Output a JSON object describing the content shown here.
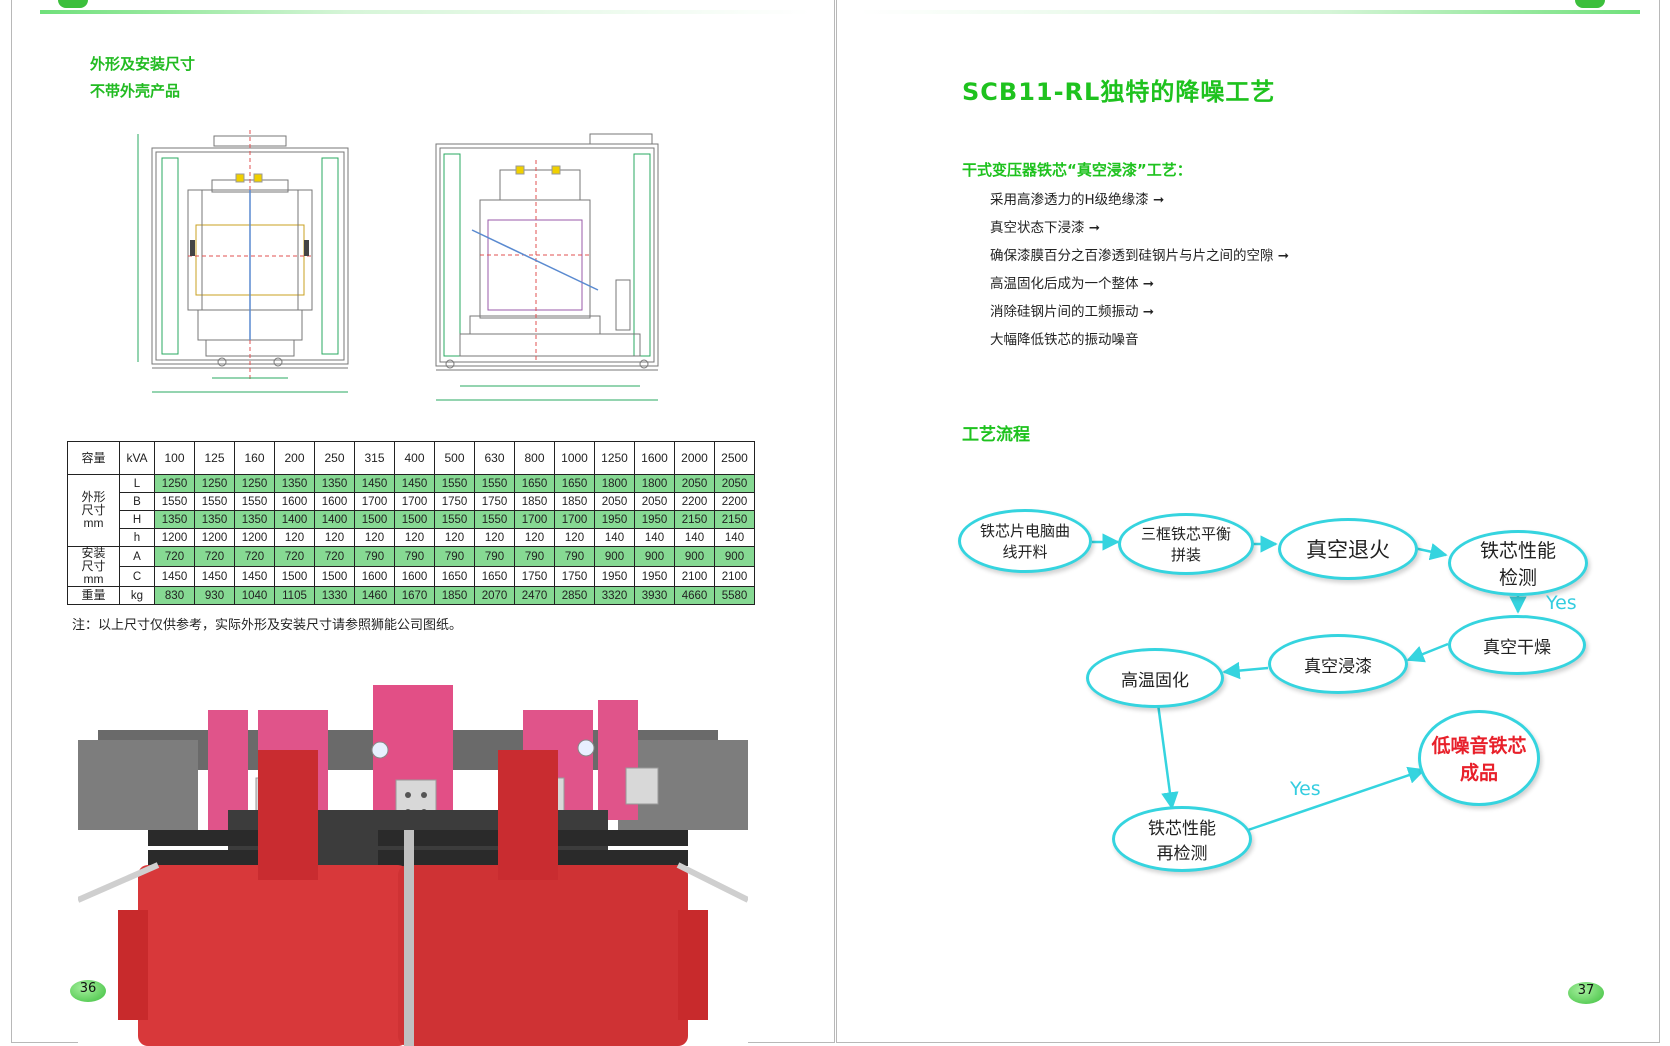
{
  "left_page": {
    "section_title_1": "外形及安装尺寸",
    "section_title_2": "不带外壳产品",
    "table": {
      "header_label": "容量",
      "header_unit": "kVA",
      "capacities": [
        "100",
        "125",
        "160",
        "200",
        "250",
        "315",
        "400",
        "500",
        "630",
        "800",
        "1000",
        "1250",
        "1600",
        "2000",
        "2500"
      ],
      "group_outline": "外形\n尺寸\nmm",
      "group_install": "安装\n尺寸\nmm",
      "group_weight": "重量",
      "rows": [
        {
          "unit": "L",
          "values": [
            "1250",
            "1250",
            "1250",
            "1350",
            "1350",
            "1450",
            "1450",
            "1550",
            "1550",
            "1650",
            "1650",
            "1800",
            "1800",
            "2050",
            "2050"
          ]
        },
        {
          "unit": "B",
          "values": [
            "1550",
            "1550",
            "1550",
            "1600",
            "1600",
            "1700",
            "1700",
            "1750",
            "1750",
            "1850",
            "1850",
            "2050",
            "2050",
            "2200",
            "2200"
          ]
        },
        {
          "unit": "H",
          "values": [
            "1350",
            "1350",
            "1350",
            "1400",
            "1400",
            "1500",
            "1500",
            "1550",
            "1550",
            "1700",
            "1700",
            "1950",
            "1950",
            "2150",
            "2150"
          ]
        },
        {
          "unit": "h",
          "values": [
            "1200",
            "1200",
            "1200",
            "120",
            "120",
            "120",
            "120",
            "120",
            "120",
            "120",
            "120",
            "140",
            "140",
            "140",
            "140"
          ]
        },
        {
          "unit": "A",
          "values": [
            "720",
            "720",
            "720",
            "720",
            "720",
            "790",
            "790",
            "790",
            "790",
            "790",
            "790",
            "900",
            "900",
            "900",
            "900"
          ]
        },
        {
          "unit": "C",
          "values": [
            "1450",
            "1450",
            "1450",
            "1500",
            "1500",
            "1600",
            "1600",
            "1650",
            "1650",
            "1750",
            "1750",
            "1950",
            "1950",
            "2100",
            "2100"
          ]
        },
        {
          "unit": "kg",
          "values": [
            "830",
            "930",
            "1040",
            "1105",
            "1330",
            "1460",
            "1670",
            "1850",
            "2070",
            "2470",
            "2850",
            "3320",
            "3930",
            "4660",
            "5580"
          ]
        }
      ]
    },
    "note": "注：以上尺寸仅供参考，实际外形及安装尺寸请参照狮能公司图纸。",
    "page_number": "36"
  },
  "right_page": {
    "main_title": "SCB11-RL独特的降噪工艺",
    "subtitle": "干式变压器铁芯“真空浸漆”工艺：",
    "bullets": [
      "采用高渗透力的H级绝缘漆 ➞",
      "真空状态下浸漆 ➞",
      "确保漆膜百分之百渗透到硅钢片与片之间的空隙 ➞",
      "高温固化后成为一个整体 ➞",
      "消除硅钢片间的工频振动 ➞",
      "大幅降低铁芯的振动噪音"
    ],
    "flow_title": "工艺流程",
    "flow": {
      "n1": "铁芯片电脑曲\n线开料",
      "n2": "三框铁芯平衡\n拼装",
      "n3": "真空退火",
      "n4": "铁芯性能\n检测",
      "n5": "真空干燥",
      "n6": "真空浸漆",
      "n7": "高温固化",
      "n8": "铁芯性能\n再检测",
      "n9": "低噪音铁芯\n成品",
      "yes_1": "Yes",
      "yes_2": "Yes"
    },
    "page_number": "37"
  },
  "colors": {
    "accent_green": "#1ec21e",
    "flow_cyan": "#35d4df",
    "table_green": "#86d993",
    "final_red": "#e8202a",
    "transformer_red": "#d8383a"
  }
}
